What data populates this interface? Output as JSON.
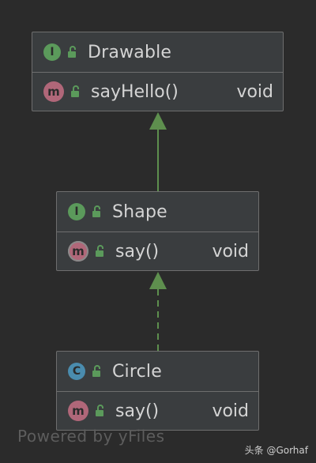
{
  "diagram": {
    "nodes": [
      {
        "id": "drawable",
        "kind": "interface",
        "kind_letter": "I",
        "name": "Drawable",
        "members": [
          {
            "kind_letter": "m",
            "name": "sayHello()",
            "type": "void"
          }
        ]
      },
      {
        "id": "shape",
        "kind": "interface",
        "kind_letter": "I",
        "name": "Shape",
        "members": [
          {
            "kind_letter": "m",
            "name": "say()",
            "type": "void"
          }
        ]
      },
      {
        "id": "circle",
        "kind": "class",
        "kind_letter": "C",
        "name": "Circle",
        "members": [
          {
            "kind_letter": "m",
            "name": "say()",
            "type": "void"
          }
        ]
      }
    ],
    "edges": [
      {
        "from": "shape",
        "to": "drawable",
        "style": "solid",
        "meaning": "extends"
      },
      {
        "from": "circle",
        "to": "shape",
        "style": "dashed",
        "meaning": "implements"
      }
    ]
  },
  "watermark": "Powered by yFiles",
  "credit": "头条 @Gorhaf",
  "colors": {
    "background": "#2b2b2b",
    "box": "#3a3d3f",
    "border": "#6e6e6e",
    "text": "#d4d4d4",
    "interface_icon": "#5b9a5b",
    "class_icon": "#4a8cae",
    "method_icon": "#b06779",
    "arrow": "#5e8f4e"
  },
  "icons": {
    "visibility": "unlocked-padlock-icon"
  }
}
